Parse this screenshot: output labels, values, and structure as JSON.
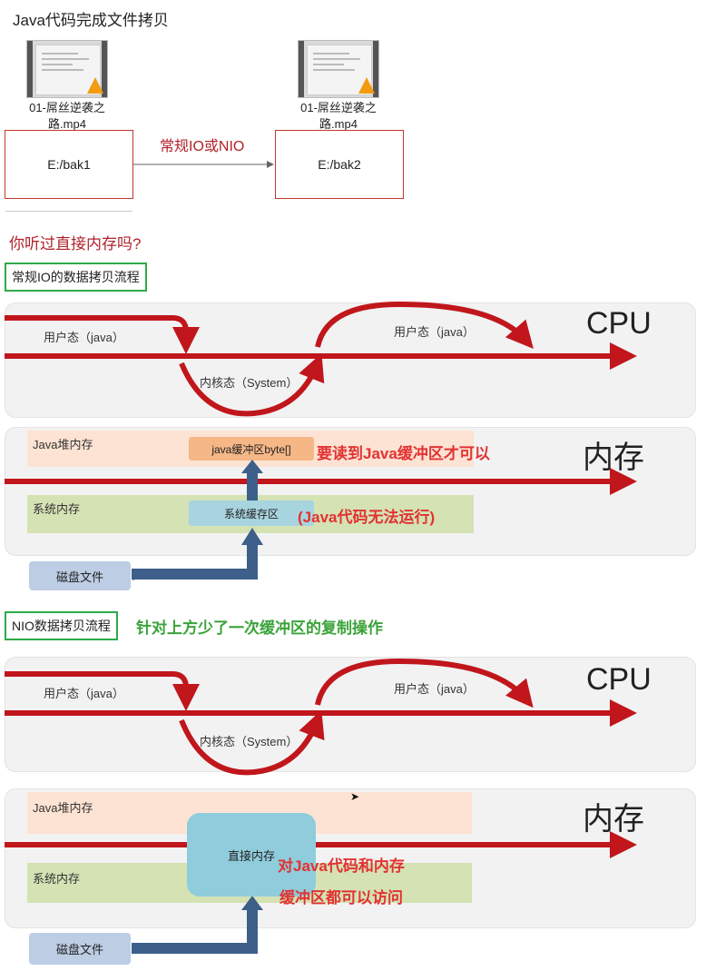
{
  "header": {
    "title": "Java代码完成文件拷贝"
  },
  "copy_demo": {
    "source_file": "01-屌丝逆袭之路.mp4",
    "target_file": "01-屌丝逆袭之路.mp4",
    "source_dir": "E:/bak1",
    "target_dir": "E:/bak2",
    "arrow_label": "常规IO或NIO"
  },
  "question": "你听过直接内存吗?",
  "io_section": {
    "heading": "常规IO的数据拷贝流程",
    "cpu_label": "CPU",
    "user_mode_1": "用户态（java）",
    "user_mode_2": "用户态（java）",
    "kernel_mode": "内核态（System）",
    "memory_label": "内存",
    "heap_label": "Java堆内存",
    "java_buffer": "java缓冲区byte[]",
    "sys_memory_label": "系统内存",
    "sys_buffer": "系统缓存区",
    "disk_label": "磁盘文件",
    "note_1": "要读到Java缓冲区才可以",
    "note_2": "(Java代码无法运行)"
  },
  "nio_section": {
    "heading": "NIO数据拷贝流程",
    "heading_note": "针对上方少了一次缓冲区的复制操作",
    "cpu_label": "CPU",
    "user_mode_1": "用户态（java）",
    "user_mode_2": "用户态（java）",
    "kernel_mode": "内核态（System）",
    "memory_label": "内存",
    "heap_label": "Java堆内存",
    "sys_memory_label": "系统内存",
    "direct_memory": "直接内存",
    "disk_label": "磁盘文件",
    "note_line1": "对Java代码和内存",
    "note_line2": "缓冲区都可以访问"
  },
  "colors": {
    "red_arrow": "#c0161c",
    "blue_arrow": "#3d5f8a",
    "accent_red": "#e23232",
    "green": "#2eaa4a"
  }
}
